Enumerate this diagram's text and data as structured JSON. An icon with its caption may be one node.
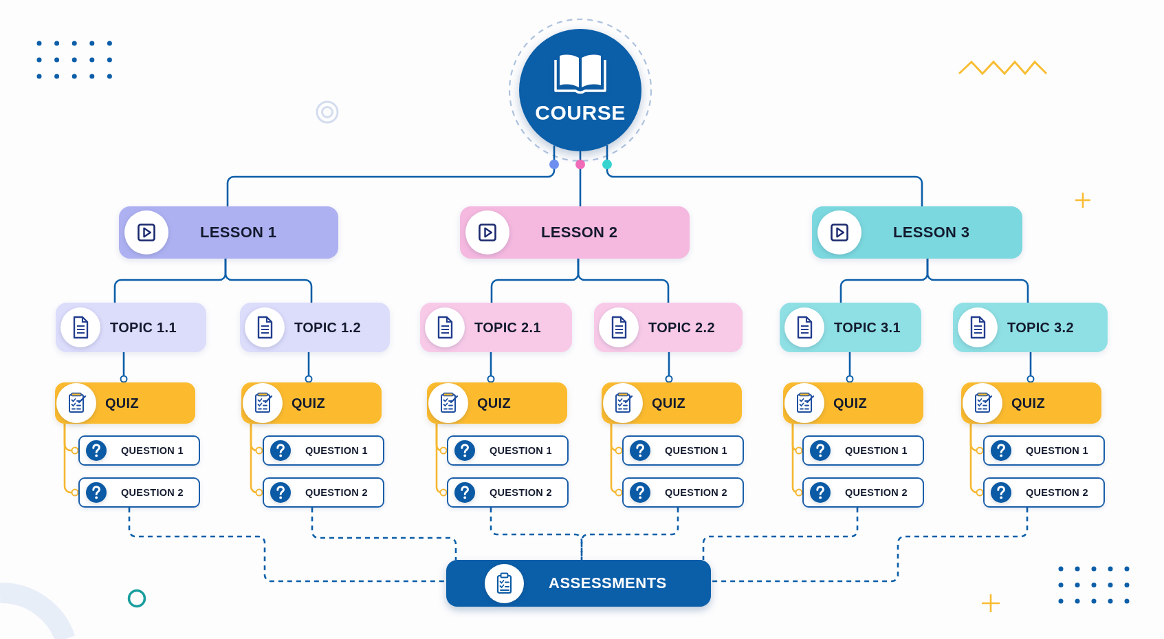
{
  "diagram": {
    "nodes": [
      {
        "text": [
          "COURSE"
        ]
      },
      {
        "text": [
          "LESSON 1"
        ]
      },
      {
        "text": [
          "LESSON 2"
        ]
      },
      {
        "text": [
          "LESSON 3"
        ]
      },
      {
        "text": [
          "TOPIC 1.1"
        ]
      },
      {
        "text": [
          "TOPIC 1.2"
        ]
      },
      {
        "text": [
          "TOPIC 2.1"
        ]
      },
      {
        "text": [
          "TOPIC 2.2"
        ]
      },
      {
        "text": [
          "TOPIC 3.1"
        ]
      },
      {
        "text": [
          "TOPIC 3.2"
        ]
      },
      {
        "text": [
          "QUIZ"
        ]
      },
      {
        "text": [
          "QUIZ"
        ]
      },
      {
        "text": [
          "QUIZ"
        ]
      },
      {
        "text": [
          "QUIZ"
        ]
      },
      {
        "text": [
          "QUIZ"
        ]
      },
      {
        "text": [
          "QUIZ"
        ]
      },
      {
        "text": [
          "QUESTION 1"
        ]
      },
      {
        "text": [
          "QUESTION 1"
        ]
      },
      {
        "text": [
          "QUESTION 1"
        ]
      },
      {
        "text": [
          "QUESTION 1"
        ]
      },
      {
        "text": [
          "QUESTION 1"
        ]
      },
      {
        "text": [
          "QUESTION 1"
        ]
      },
      {
        "text": [
          "QUESTION 2"
        ]
      },
      {
        "text": [
          "QUESTION 2"
        ]
      },
      {
        "text": [
          "QUESTION 2"
        ]
      },
      {
        "text": [
          "QUESTION 2"
        ]
      },
      {
        "text": [
          "QUESTION 2"
        ]
      },
      {
        "text": [
          "QUESTION 2"
        ]
      },
      {
        "text": [
          "ASSESSMENTS"
        ]
      }
    ],
    "edges": [
      {
        "from": 0,
        "to": 1,
        "arrow": "other"
      },
      {
        "from": 0,
        "to": 2,
        "arrow": "other"
      },
      {
        "from": 0,
        "to": 3,
        "arrow": "other"
      },
      {
        "from": 1,
        "to": 4,
        "arrow": "none"
      },
      {
        "from": 1,
        "to": 5,
        "arrow": "none"
      },
      {
        "from": 2,
        "to": 6,
        "arrow": "none"
      },
      {
        "from": 2,
        "to": 7,
        "arrow": "none"
      },
      {
        "from": 3,
        "to": 8,
        "arrow": "none"
      },
      {
        "from": 3,
        "to": 9,
        "arrow": "none"
      },
      {
        "from": 4,
        "to": 10,
        "arrow": "other"
      },
      {
        "from": 5,
        "to": 11,
        "arrow": "other"
      },
      {
        "from": 6,
        "to": 12,
        "arrow": "other"
      },
      {
        "from": 7,
        "to": 13,
        "arrow": "other"
      },
      {
        "from": 8,
        "to": 14,
        "arrow": "other"
      },
      {
        "from": 9,
        "to": 15,
        "arrow": "other"
      },
      {
        "from": 10,
        "to": 16,
        "arrow": "other",
        "color": "#f5b731"
      },
      {
        "from": 11,
        "to": 17,
        "arrow": "other",
        "color": "#f5b731"
      },
      {
        "from": 12,
        "to": 18,
        "arrow": "other",
        "color": "#f5b731"
      },
      {
        "from": 13,
        "to": 19,
        "arrow": "other",
        "color": "#f5b731"
      },
      {
        "from": 14,
        "to": 20,
        "arrow": "other",
        "color": "#f5b731"
      },
      {
        "from": 15,
        "to": 21,
        "arrow": "other",
        "color": "#f5b731"
      },
      {
        "from": 10,
        "to": 22,
        "arrow": "other",
        "color": "#f5b731"
      },
      {
        "from": 11,
        "to": 23,
        "arrow": "other",
        "color": "#f5b731"
      },
      {
        "from": 12,
        "to": 24,
        "arrow": "other",
        "color": "#f5b731"
      },
      {
        "from": 13,
        "to": 25,
        "arrow": "other",
        "color": "#f5b731"
      },
      {
        "from": 14,
        "to": 26,
        "arrow": "other",
        "color": "#f5b731"
      },
      {
        "from": 15,
        "to": 27,
        "arrow": "other",
        "color": "#f5b731"
      },
      {
        "from": 22,
        "to": 28,
        "arrow": "none",
        "style": "dashed"
      },
      {
        "from": 23,
        "to": 28,
        "arrow": "none",
        "style": "dashed"
      },
      {
        "from": 24,
        "to": 28,
        "arrow": "none",
        "style": "dashed"
      },
      {
        "from": 25,
        "to": 28,
        "arrow": "none",
        "style": "dashed"
      },
      {
        "from": 26,
        "to": 28,
        "arrow": "none",
        "style": "dashed"
      },
      {
        "from": 27,
        "to": 28,
        "arrow": "none",
        "style": "dashed"
      }
    ]
  }
}
